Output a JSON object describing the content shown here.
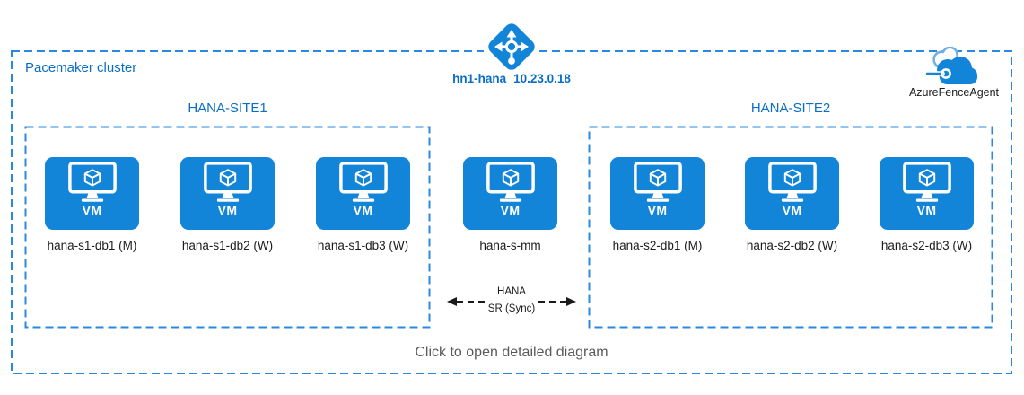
{
  "colors": {
    "azure_blue": "#1385d9",
    "dash_blue": "#2b88e0",
    "title_blue": "#0a6ec6",
    "text_dark": "#1c1c1c",
    "arrow_dark": "#1a1a1a",
    "muted_gray": "#5a5a5a",
    "cloud_light": "#6fb1e4"
  },
  "cluster": {
    "label": "Pacemaker cluster"
  },
  "load_balancer": {
    "name": "hn1-hana",
    "ip": "10.23.0.18"
  },
  "fence_agent": {
    "label": "AzureFenceAgent"
  },
  "vm_badge": "VM",
  "sites": [
    {
      "title": "HANA-SITE1",
      "vms": [
        {
          "label": "hana-s1-db1 (M)"
        },
        {
          "label": "hana-s1-db2 (W)"
        },
        {
          "label": "hana-s1-db3 (W)"
        }
      ]
    },
    {
      "title": "HANA-SITE2",
      "vms": [
        {
          "label": "hana-s2-db1 (M)"
        },
        {
          "label": "hana-s2-db2 (W)"
        },
        {
          "label": "hana-s2-db3 (W)"
        }
      ]
    }
  ],
  "majority_maker": {
    "label": "hana-s-mm"
  },
  "replication": {
    "line1": "HANA",
    "line2": "SR (Sync)"
  },
  "footer": {
    "label": "Click to open detailed diagram"
  }
}
